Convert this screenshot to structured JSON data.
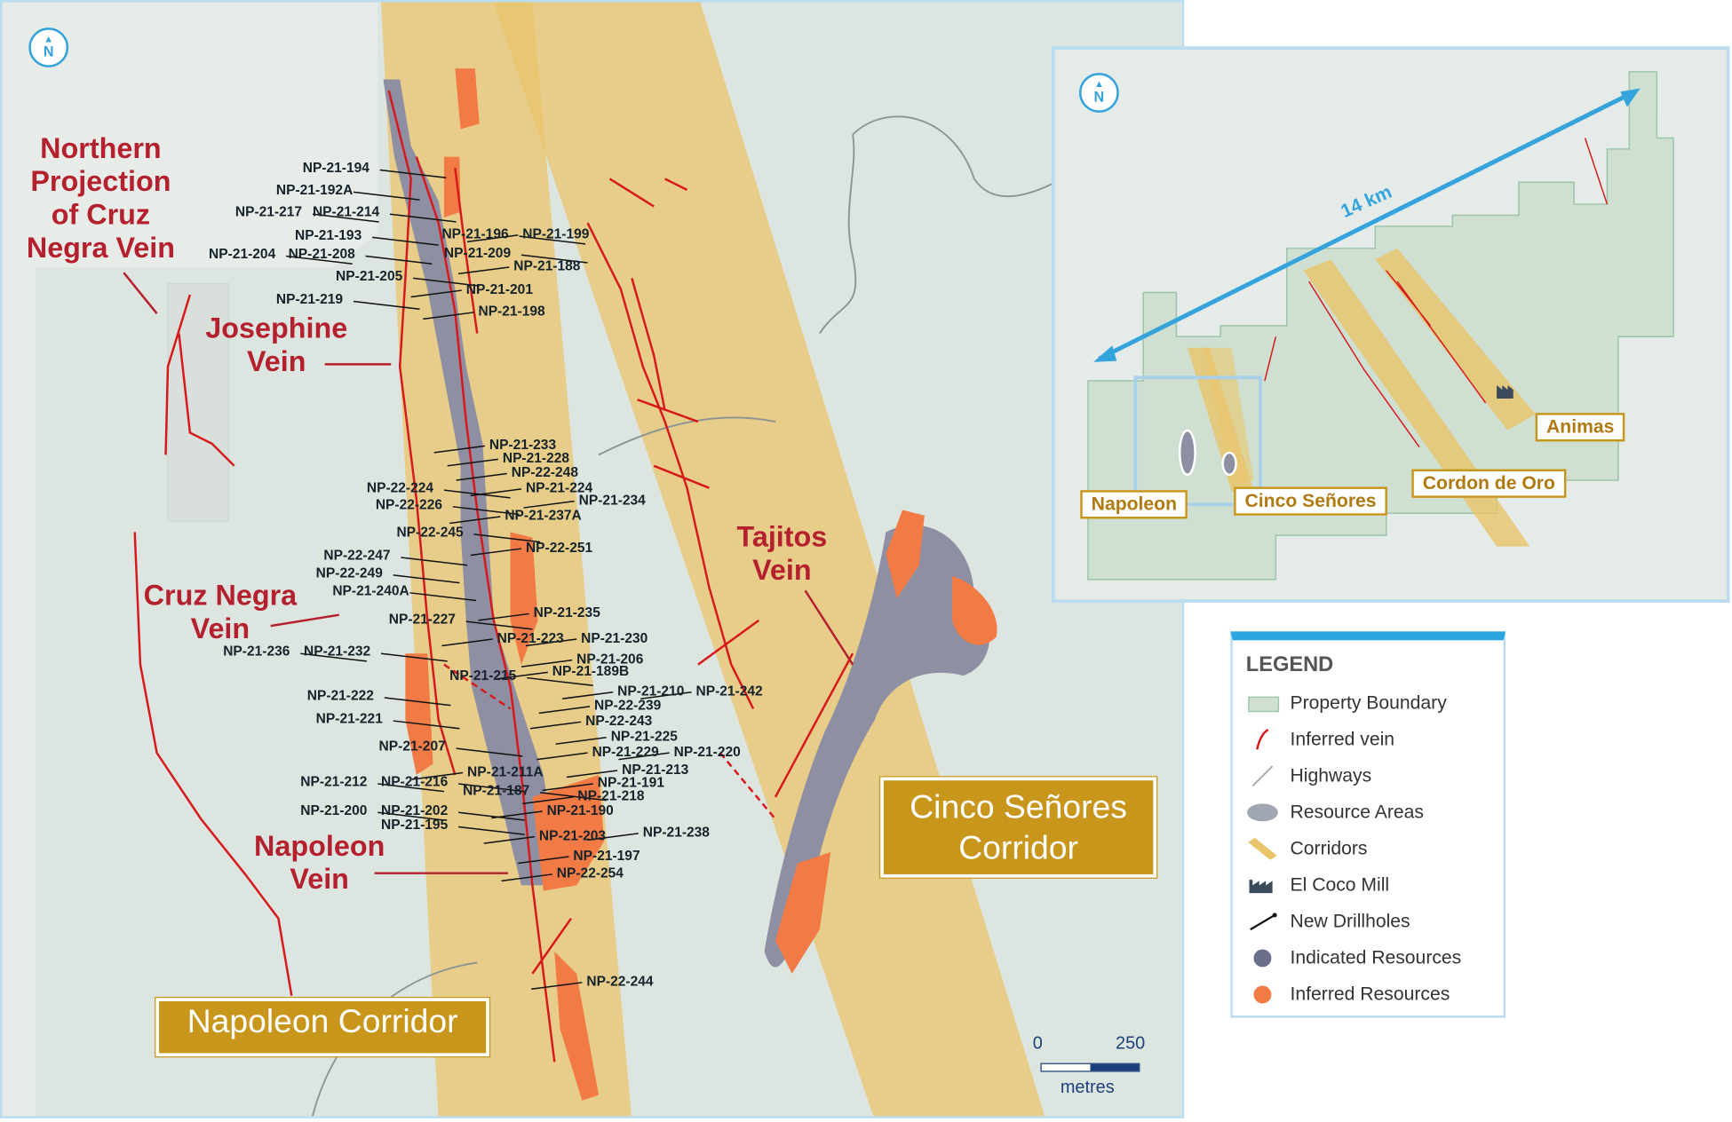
{
  "main_map": {
    "north_label": "N",
    "vein_labels": {
      "northern_projection": "Northern\nProjection\nof Cruz\nNegra Vein",
      "josephine": "Josephine\nVein",
      "cruz_negra": "Cruz Negra\nVein",
      "napoleon": "Napoleon\nVein",
      "tajitos": "Tajitos\nVein"
    },
    "corridor_labels": {
      "napoleon": "Napoleon Corridor",
      "cinco_senores": "Cinco Señores\nCorridor"
    },
    "drillholes": [
      "NP-21-194",
      "NP-21-192A",
      "NP-21-217",
      "NP-21-214",
      "NP-21-193",
      "NP-21-196",
      "NP-21-199",
      "NP-21-204",
      "NP-21-208",
      "NP-21-209",
      "NP-21-188",
      "NP-21-205",
      "NP-21-201",
      "NP-21-219",
      "NP-21-198",
      "NP-21-233",
      "NP-21-228",
      "NP-22-248",
      "NP-22-224",
      "NP-21-224",
      "NP-22-226",
      "NP-21-234",
      "NP-21-237A",
      "NP-22-245",
      "NP-22-251",
      "NP-22-247",
      "NP-22-249",
      "NP-21-240A",
      "NP-21-235",
      "NP-21-227",
      "NP-21-223",
      "NP-21-230",
      "NP-21-236",
      "NP-21-232",
      "NP-21-206",
      "NP-21-189B",
      "NP-21-215",
      "NP-21-210",
      "NP-21-242",
      "NP-21-222",
      "NP-22-239",
      "NP-21-221",
      "NP-22-243",
      "NP-21-225",
      "NP-21-207",
      "NP-21-229",
      "NP-21-220",
      "NP-21-211A",
      "NP-21-213",
      "NP-21-212",
      "NP-21-216",
      "NP-21-191",
      "NP-21-187",
      "NP-21-218",
      "NP-21-200",
      "NP-21-202",
      "NP-21-190",
      "NP-21-195",
      "NP-21-238",
      "NP-21-203",
      "NP-21-197",
      "NP-22-254",
      "NP-22-244"
    ],
    "scale": {
      "start": "0",
      "end": "250",
      "unit": "metres"
    }
  },
  "inset_map": {
    "north_label": "N",
    "distance": "14 km",
    "areas": [
      "Napoleon",
      "Cinco Señores",
      "Cordon de Oro",
      "Animas"
    ]
  },
  "legend": {
    "title": "LEGEND",
    "items": [
      {
        "label": "Property Boundary",
        "icon": "property-boundary-swatch"
      },
      {
        "label": "Inferred vein",
        "icon": "red-vein-line"
      },
      {
        "label": "Highways",
        "icon": "gray-line"
      },
      {
        "label": "Resource Areas",
        "icon": "gray-ellipse"
      },
      {
        "label": "Corridors",
        "icon": "gold-band"
      },
      {
        "label": "El Coco Mill",
        "icon": "factory-icon"
      },
      {
        "label": "New Drillholes",
        "icon": "black-line"
      },
      {
        "label": "Indicated Resources",
        "icon": "blue-gray-blob"
      },
      {
        "label": "Inferred Resources",
        "icon": "orange-blob"
      }
    ]
  },
  "colors": {
    "vein": "#d7191c",
    "corridor": "#e9c46a",
    "indicated": "#8e8fa3",
    "inferred": "#f27a45",
    "label_red": "#b5202e",
    "accent_blue": "#2aa5e0",
    "gold": "#c9961c"
  }
}
